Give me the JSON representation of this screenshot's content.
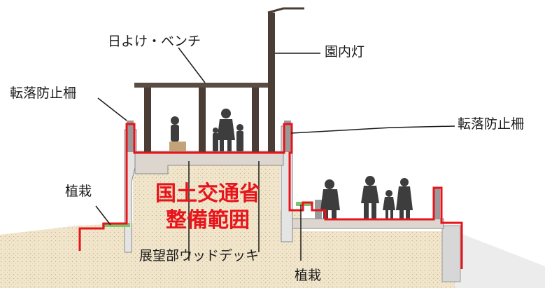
{
  "labels": {
    "shade_bench": "日よけ・ベンチ",
    "park_light": "園内灯",
    "fall_fence_left": "転落防止柵",
    "fall_fence_right": "転落防止柵",
    "planting_left": "植栽",
    "planting_bottom": "植栽",
    "deck": "展望部ウッドデッキ"
  },
  "scope": {
    "line1": "国土交通省",
    "line2": "整備範囲"
  },
  "colors": {
    "scope_line": "#e8141b",
    "ground": "#efe2c4",
    "structure": "#e6e6e6",
    "post": "#4a3d35"
  }
}
